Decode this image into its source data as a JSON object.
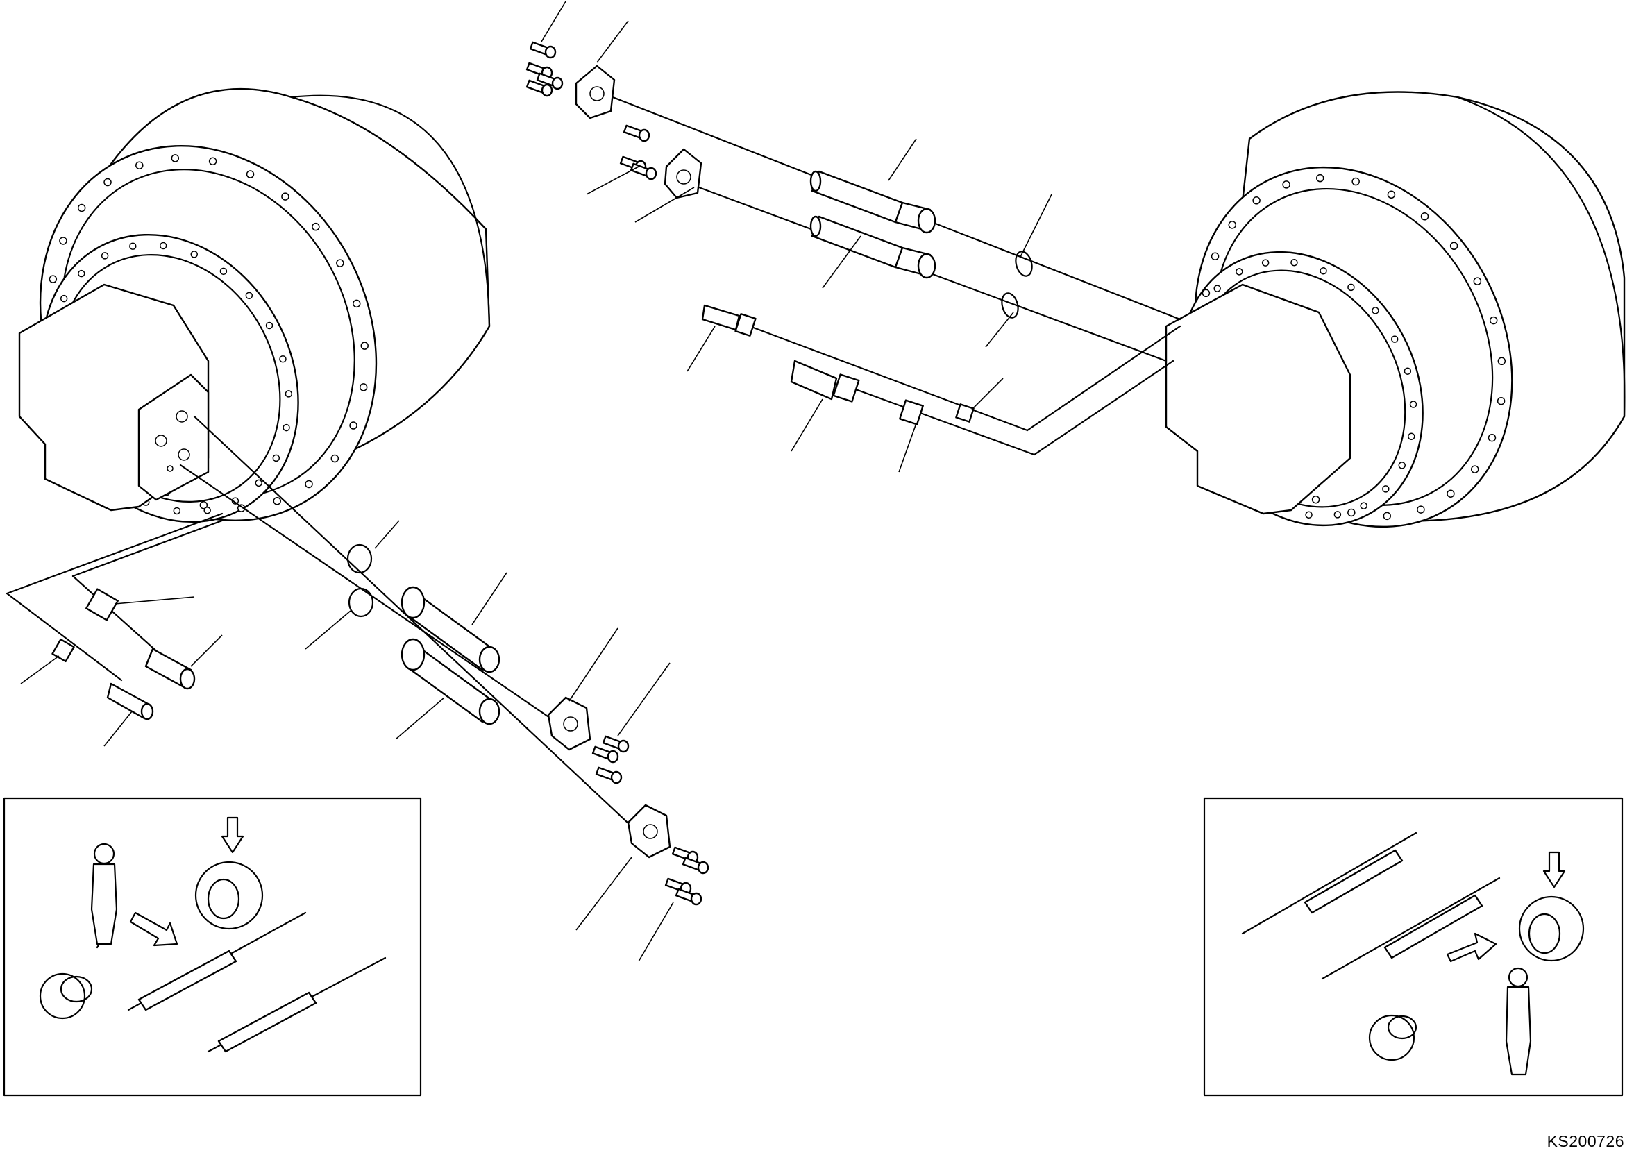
{
  "drawing": {
    "code": "KS200726"
  },
  "colors": {
    "line": "#000000",
    "background": "#ffffff"
  },
  "icons": {
    "arrow_down": "hollow-down-arrow",
    "arrow_direction": "hollow-diagonal-arrow"
  }
}
